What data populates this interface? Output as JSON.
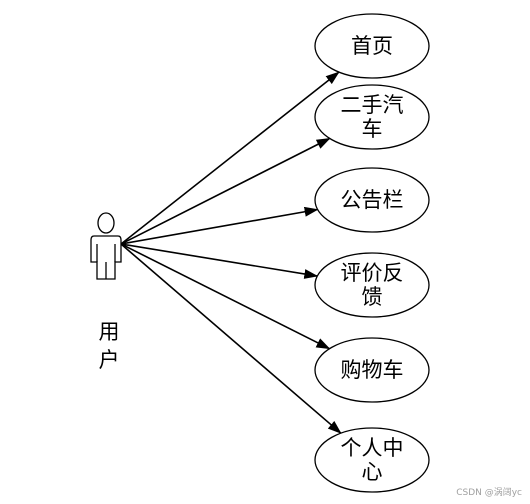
{
  "diagram": {
    "actor": {
      "name": "用户"
    },
    "use_cases": [
      {
        "id": "home",
        "label": "首页"
      },
      {
        "id": "used-cars",
        "label": "二手汽车"
      },
      {
        "id": "bulletin",
        "label": "公告栏"
      },
      {
        "id": "feedback",
        "label": "评价反馈"
      },
      {
        "id": "shopping-cart",
        "label": "购物车"
      },
      {
        "id": "personal-center",
        "label": "个人中心"
      }
    ]
  },
  "watermark": "CSDN @涡阔yc",
  "colors": {
    "stroke": "#000000",
    "background": "#ffffff",
    "watermark": "#a0a0a0"
  }
}
